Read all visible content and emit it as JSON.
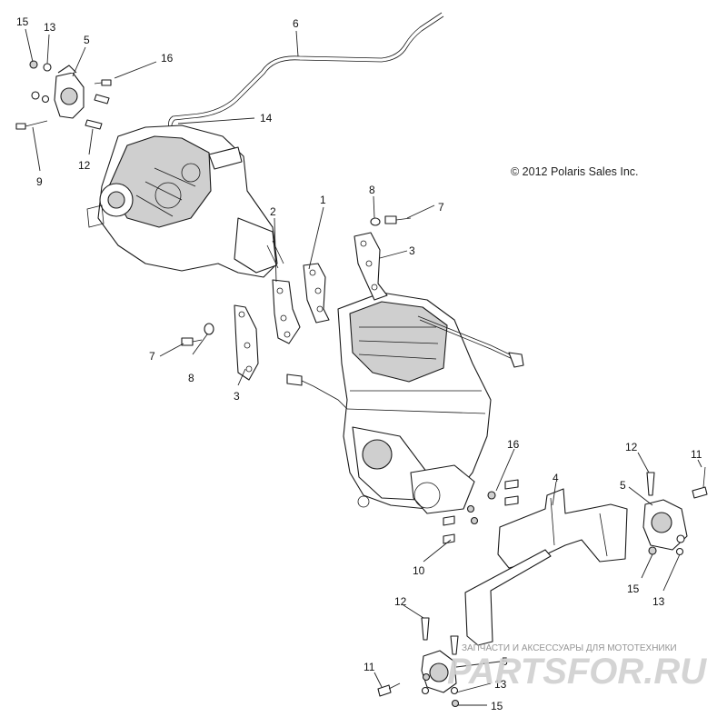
{
  "copyright": "© 2012 Polaris Sales Inc.",
  "watermark": {
    "caption": "ЗАПЧАСТИ И АКСЕССУАРЫ ДЛЯ МОТОТЕХНИКИ",
    "logo": "PARTSFOR.RU"
  },
  "callouts": {
    "c15a": "15",
    "c13a": "13",
    "c5a": "5",
    "c16a": "16",
    "c6": "6",
    "c14": "14",
    "c12a": "12",
    "c9": "9",
    "c1": "1",
    "c8a": "8",
    "c7a": "7",
    "c2": "2",
    "c3a": "3",
    "c7b": "7",
    "c8b": "8",
    "c3b": "3",
    "c16b": "16",
    "c4": "4",
    "c10": "10",
    "c12b": "12",
    "c11a": "11",
    "c5b": "5",
    "c15b": "15",
    "c13b": "13",
    "c12c": "12",
    "c11b": "11",
    "c5c": "5",
    "c13c": "13",
    "c15c": "15"
  }
}
